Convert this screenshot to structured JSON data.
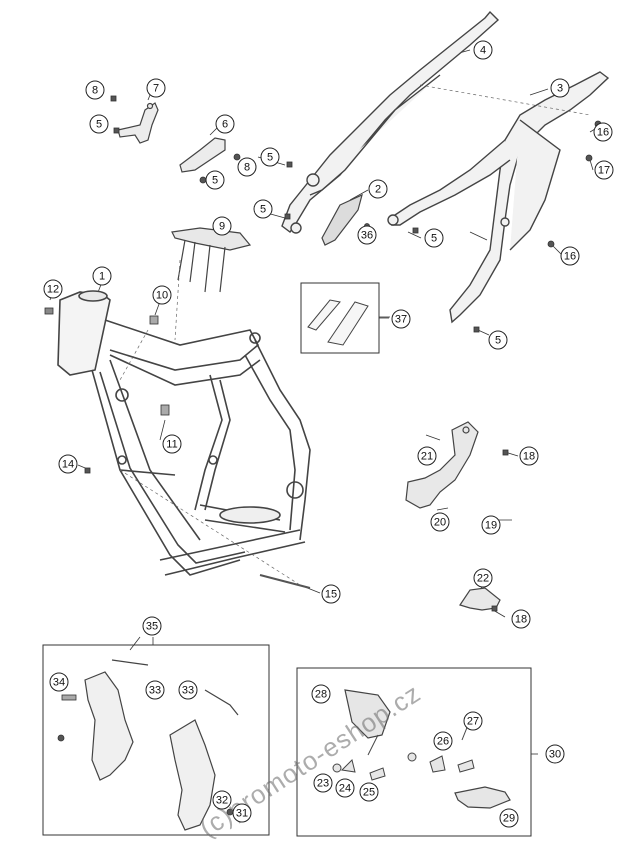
{
  "diagram": {
    "watermark": "(c)promoto-eshop.cz",
    "callouts": [
      "1",
      "2",
      "3",
      "4",
      "5",
      "5",
      "5",
      "5",
      "5",
      "5",
      "6",
      "7",
      "8",
      "8",
      "9",
      "10",
      "11",
      "12",
      "14",
      "15",
      "16",
      "16",
      "17",
      "18",
      "18",
      "19",
      "20",
      "21",
      "22",
      "23",
      "24",
      "25",
      "26",
      "27",
      "28",
      "29",
      "30",
      "31",
      "32",
      "33",
      "33",
      "34",
      "35",
      "36",
      "37"
    ]
  }
}
